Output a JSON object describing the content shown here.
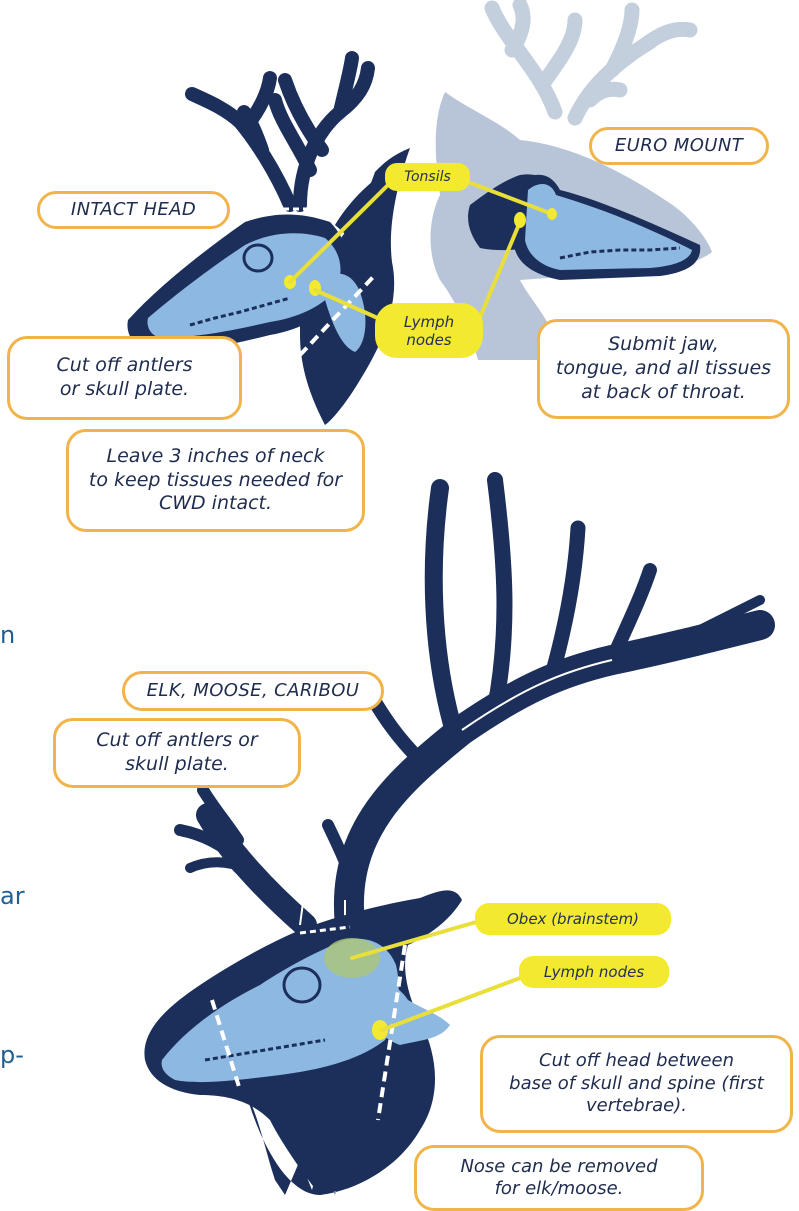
{
  "deer": {
    "intact_head_title": "INTACT HEAD",
    "euro_mount_title": "EURO MOUNT",
    "tonsils_label": "Tonsils",
    "lymph_label": "Lymph\nnodes",
    "cut_antlers_note": "Cut off antlers\nor skull plate.",
    "neck_note": "Leave 3 inches of neck\nto keep tissues needed for\nCWD intact.",
    "submit_note": "Submit jaw,\ntongue, and all tissues\nat back of throat."
  },
  "elk": {
    "title": "ELK, MOOSE, CARIBOU",
    "cut_antlers_note": "Cut off antlers or\nskull plate.",
    "obex_label": "Obex (brainstem)",
    "lymph_label": "Lymph nodes",
    "cut_head_note": "Cut off head between\nbase of skull and spine (first\nvertebrae).",
    "nose_note": "Nose can be removed\nfor elk/moose."
  },
  "left_edge_fragments": [
    "n",
    "ar",
    "p-"
  ],
  "colors": {
    "navy": "#1c2f5a",
    "skull_blue": "#8db8e2",
    "ghost_gray": "#b8c5d8",
    "label_yellow": "#f3ea2f",
    "callout_border": "#f1b44a",
    "text_blue": "#1f5f95"
  }
}
